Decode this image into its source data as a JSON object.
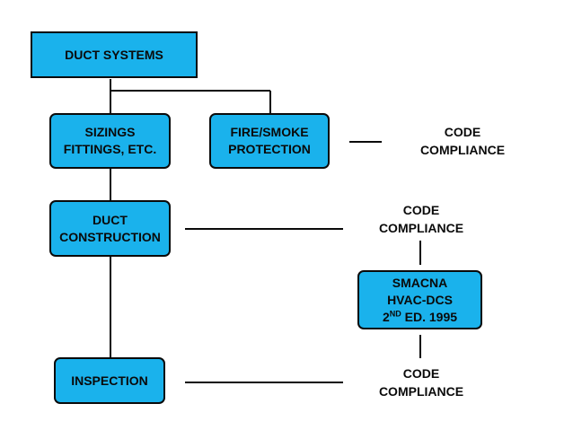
{
  "colors": {
    "box_fill": "#1ab2ec",
    "box_border": "#0a0a0a",
    "line": "#0a0a0a"
  },
  "nodes": {
    "duct_systems": {
      "text": "DUCT SYSTEMS"
    },
    "sizings": {
      "line1": "SIZINGS",
      "line2": "FITTINGS, ETC."
    },
    "fire_smoke": {
      "line1": "FIRE/SMOKE",
      "line2": "PROTECTION"
    },
    "duct_construction": {
      "line1": "DUCT",
      "line2": "CONSTRUCTION"
    },
    "inspection": {
      "text": "INSPECTION"
    },
    "smacna": {
      "line1": "SMACNA",
      "line2": "HVAC-DCS",
      "line3_pre": "2",
      "line3_sup": "ND",
      "line3_post": " ED. 1995"
    }
  },
  "labels": {
    "code_compliance_1": {
      "line1": "CODE",
      "line2": "COMPLIANCE"
    },
    "code_compliance_2": {
      "line1": "CODE",
      "line2": "COMPLIANCE"
    },
    "code_compliance_3": {
      "line1": "CODE",
      "line2": "COMPLIANCE"
    }
  }
}
